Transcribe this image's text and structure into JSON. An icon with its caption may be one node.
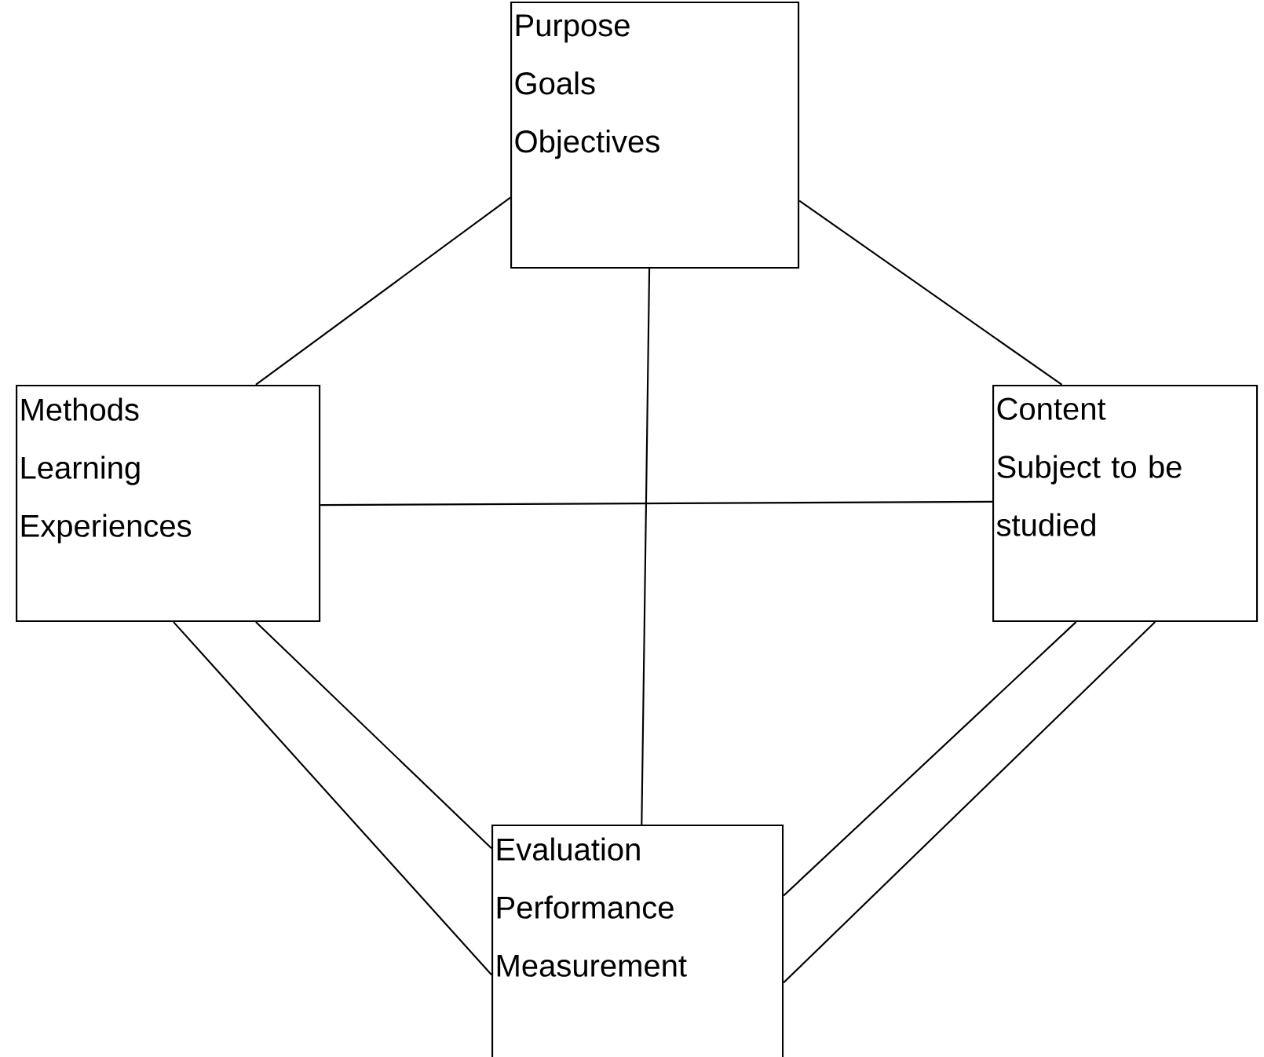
{
  "diagram": {
    "nodes": [
      {
        "text": [
          "Purpose",
          "Goals",
          "Objectives"
        ]
      },
      {
        "text": [
          "Methods",
          "Learning",
          "Experiences"
        ]
      },
      {
        "text": [
          "Content",
          "Subject to be studied"
        ]
      },
      {
        "text": [
          "Evaluation",
          "Performance",
          "Measurement"
        ]
      }
    ],
    "edges": [
      {
        "from": 0,
        "to": 1,
        "arrow": "none"
      },
      {
        "from": 0,
        "to": 2,
        "arrow": "none"
      },
      {
        "from": 0,
        "to": 3,
        "arrow": "none"
      },
      {
        "from": 1,
        "to": 2,
        "arrow": "none"
      },
      {
        "from": 1,
        "to": 3,
        "arrow": "none"
      },
      {
        "from": 1,
        "to": 3,
        "arrow": "none"
      },
      {
        "from": 2,
        "to": 3,
        "arrow": "none"
      },
      {
        "from": 2,
        "to": 3,
        "arrow": "none"
      }
    ]
  }
}
